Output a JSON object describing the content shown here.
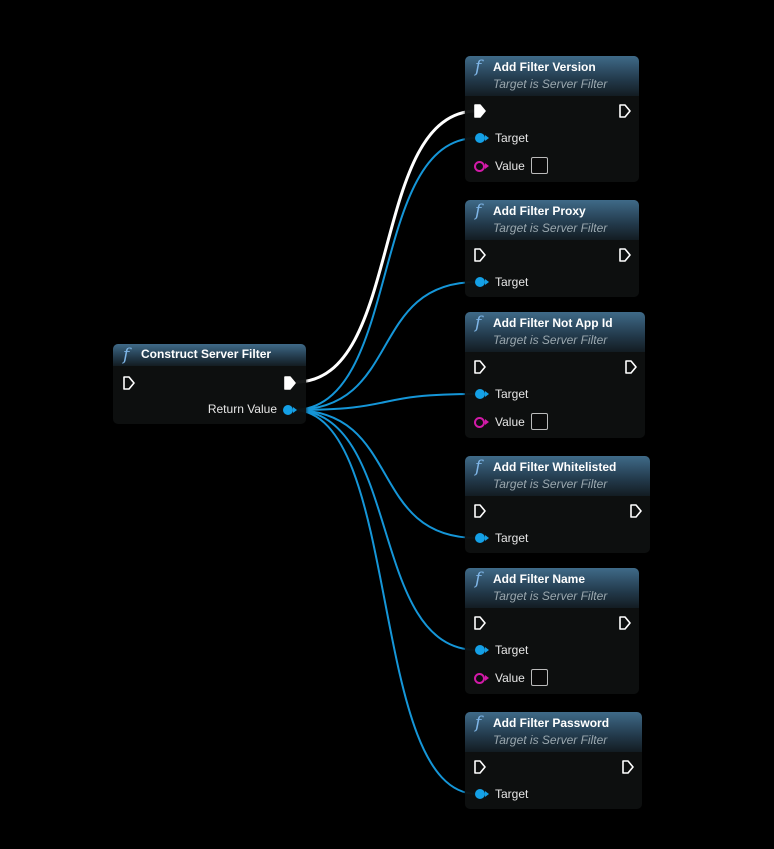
{
  "colors": {
    "exec_wire": "#ffffff",
    "object_wire": "#1596d8"
  },
  "source": {
    "id": "construct",
    "title": "Construct Server Filter",
    "return_label": "Return Value",
    "icon": "function-icon"
  },
  "targets": [
    {
      "id": "version",
      "title": "Add Filter Version",
      "subtitle": "Target is Server Filter",
      "target_label": "Target",
      "value_label": "Value",
      "has_value": true,
      "exec_connected": true
    },
    {
      "id": "proxy",
      "title": "Add Filter Proxy",
      "subtitle": "Target is Server Filter",
      "target_label": "Target",
      "has_value": false
    },
    {
      "id": "notappid",
      "title": "Add Filter Not App Id",
      "subtitle": "Target is Server Filter",
      "target_label": "Target",
      "value_label": "Value",
      "has_value": true
    },
    {
      "id": "whitelisted",
      "title": "Add Filter Whitelisted",
      "subtitle": "Target is Server Filter",
      "target_label": "Target",
      "has_value": false
    },
    {
      "id": "name",
      "title": "Add Filter Name",
      "subtitle": "Target is Server Filter",
      "target_label": "Target",
      "value_label": "Value",
      "has_value": true
    },
    {
      "id": "password",
      "title": "Add Filter Password",
      "subtitle": "Target is Server Filter",
      "target_label": "Target",
      "has_value": false
    }
  ]
}
